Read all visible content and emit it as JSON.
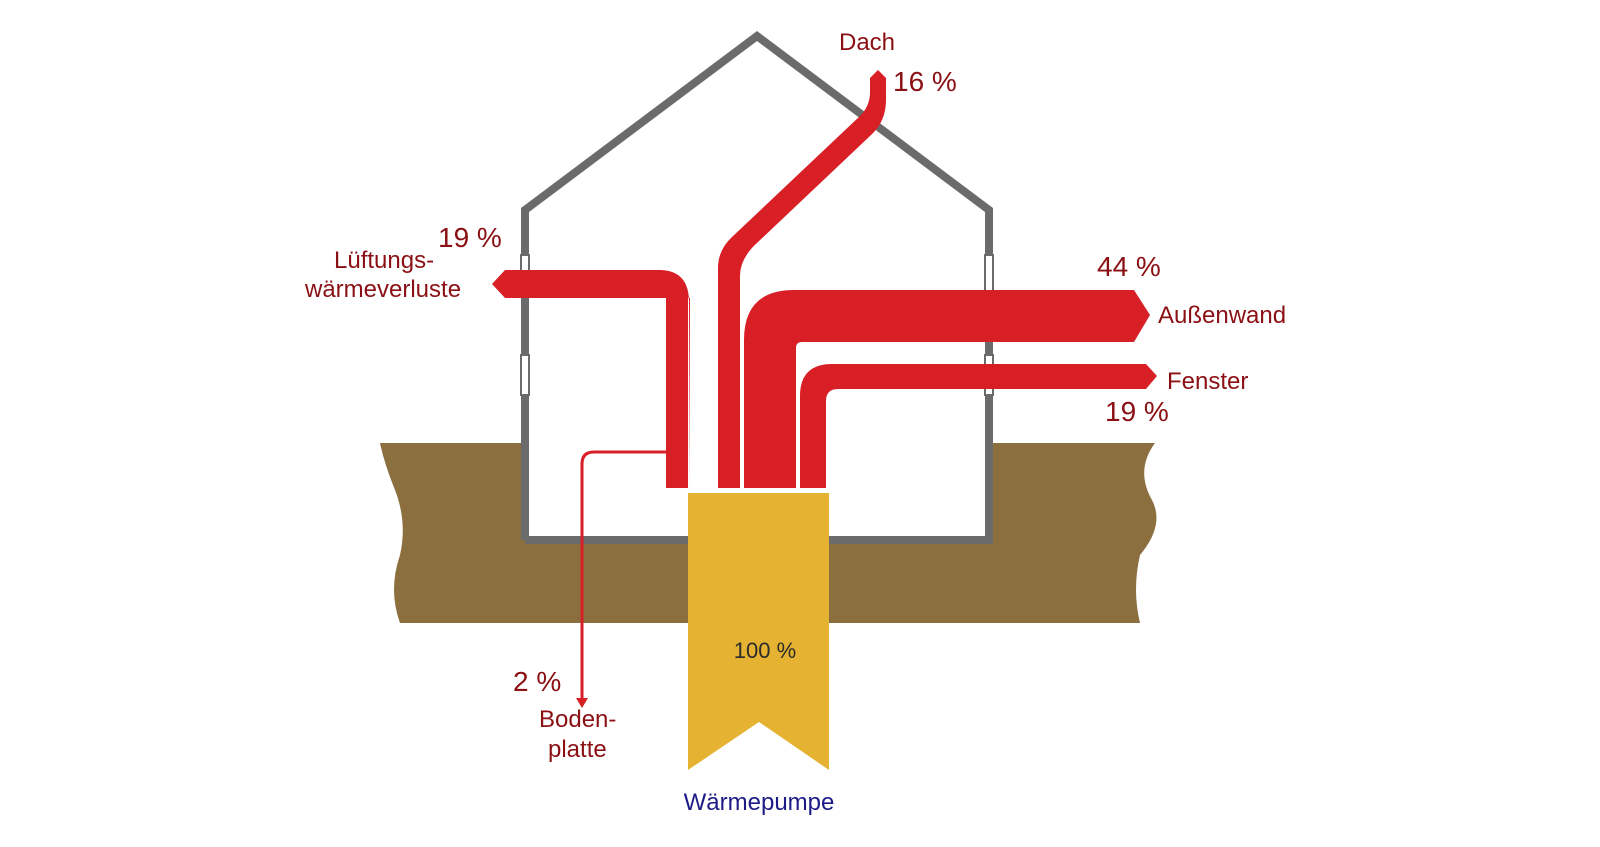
{
  "colors": {
    "heat_flow": "#d81f26",
    "text_loss": "#8b1014",
    "ground": "#8b6f3f",
    "house_outline": "#6b6b6b",
    "heat_pump": "#e5b232",
    "heat_pump_label": "#1d1b86"
  },
  "flows": {
    "roof": {
      "label": "Dach",
      "percent": "16 %"
    },
    "ventilation": {
      "label_line1": "Lüftungs-",
      "label_line2": "wärmeverluste",
      "percent": "19 %"
    },
    "outer_wall": {
      "label": "Außenwand",
      "percent": "44 %"
    },
    "window": {
      "label": "Fenster",
      "percent": "19 %"
    },
    "floor_slab": {
      "label_line1": "Boden-",
      "label_line2": "platte",
      "percent": "2 %"
    }
  },
  "heat_pump": {
    "label": "Wärmepumpe",
    "percent": "100 %"
  }
}
